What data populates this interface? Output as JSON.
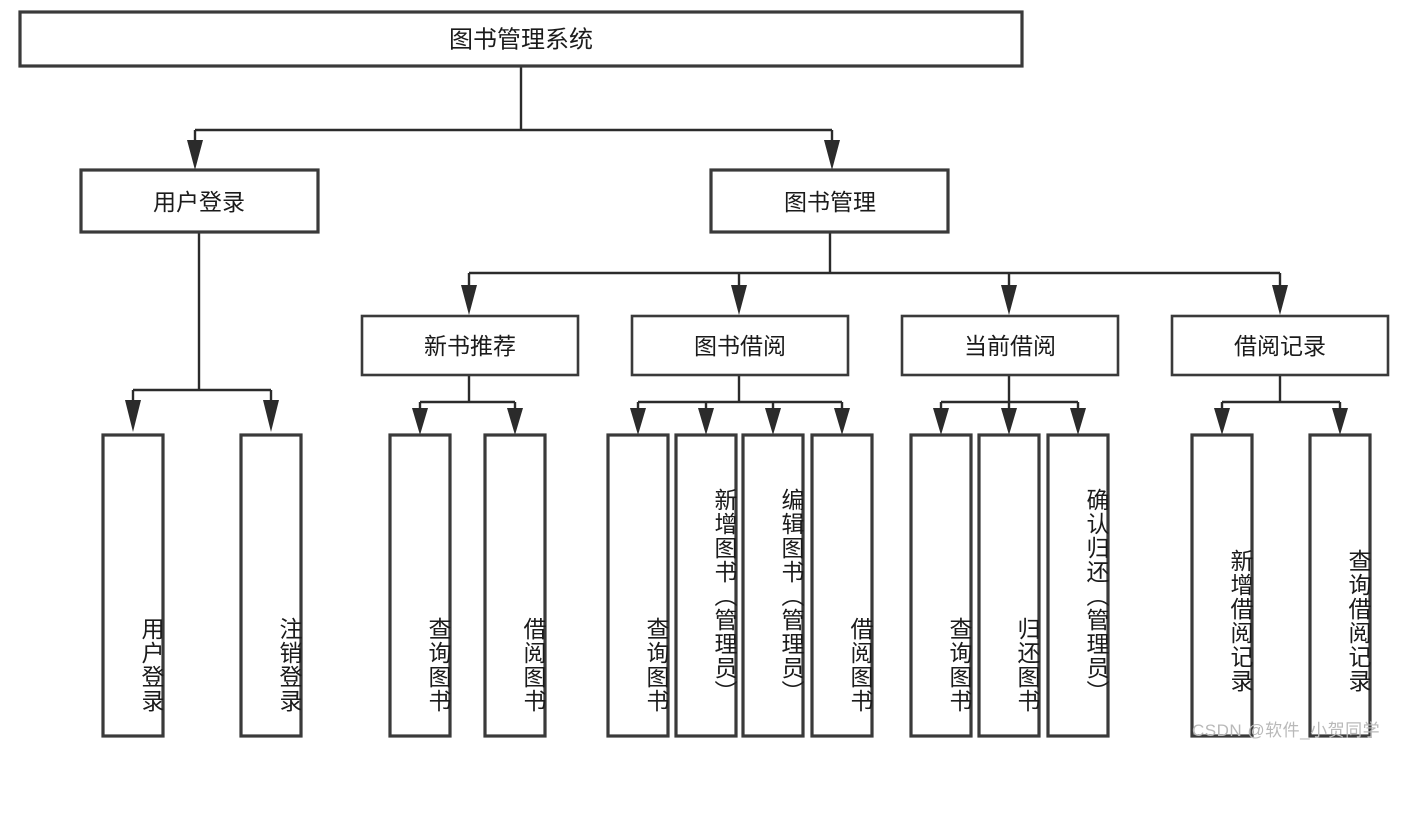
{
  "diagram": {
    "type": "tree-hierarchy",
    "title": "图书管理系统",
    "root": {
      "id": "root",
      "label": "图书管理系统",
      "level": 0
    },
    "level1": [
      {
        "id": "user-login",
        "label": "用户登录"
      },
      {
        "id": "book-management",
        "label": "图书管理"
      }
    ],
    "level2": [
      {
        "id": "new-book-recommend",
        "label": "新书推荐",
        "parent": "book-management"
      },
      {
        "id": "book-borrow",
        "label": "图书借阅",
        "parent": "book-management"
      },
      {
        "id": "current-borrow",
        "label": "当前借阅",
        "parent": "book-management"
      },
      {
        "id": "borrow-record",
        "label": "借阅记录",
        "parent": "book-management"
      }
    ],
    "leaves": {
      "user_login": [
        {
          "id": "leaf-user-login",
          "label": "用户登录"
        },
        {
          "id": "leaf-user-logout",
          "label": "注销登录"
        }
      ],
      "new_book_recommend": [
        {
          "id": "leaf-query-book-1",
          "label": "查询图书"
        },
        {
          "id": "leaf-borrow-book-1",
          "label": "借阅图书"
        }
      ],
      "book_borrow": [
        {
          "id": "leaf-query-book-2",
          "label": "查询图书"
        },
        {
          "id": "leaf-add-book",
          "label": "新增图书（管理员）"
        },
        {
          "id": "leaf-edit-book",
          "label": "编辑图书（管理员）"
        },
        {
          "id": "leaf-borrow-book-2",
          "label": "借阅图书"
        }
      ],
      "current_borrow": [
        {
          "id": "leaf-query-book-3",
          "label": "查询图书"
        },
        {
          "id": "leaf-return-book",
          "label": "归还图书"
        },
        {
          "id": "leaf-confirm-return",
          "label": "确认归还（管理员）"
        }
      ],
      "borrow_record": [
        {
          "id": "leaf-add-record",
          "label": "新增借阅记录"
        },
        {
          "id": "leaf-query-record",
          "label": "查询借阅记录"
        }
      ]
    },
    "colors": {
      "box_stroke": "#3a3a3a",
      "connector": "#2b2b2b",
      "background": "#ffffff",
      "text": "#1b1b1b",
      "watermark": "#b9b9b9"
    }
  },
  "watermark": {
    "text": "CSDN @软件_小贺同学"
  }
}
